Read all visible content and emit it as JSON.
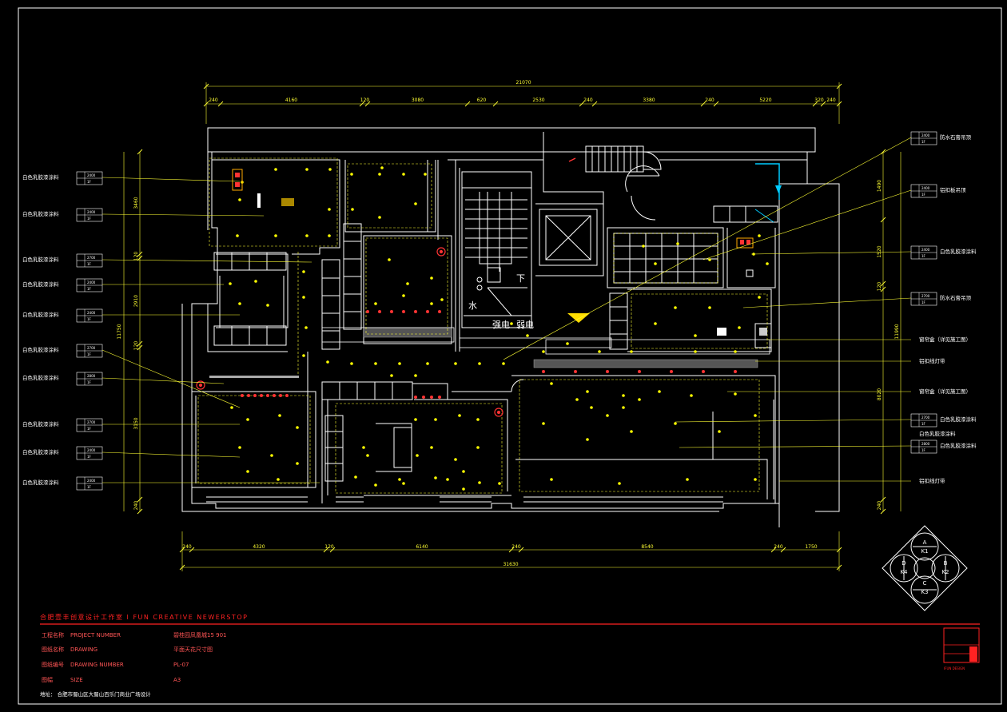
{
  "colors": {
    "background": "#000000",
    "structure": "#ffffff",
    "dimension": "#ffff33",
    "ceiling_light": "#ffff00",
    "accent": "#ff2222",
    "cyan": "#00ccff",
    "grey": "#888888"
  },
  "dimensions": {
    "top_total": "21070",
    "top_segments": [
      "240",
      "4160",
      "120",
      "3080",
      "620",
      "2530",
      "240",
      "3380",
      "240",
      "5220",
      "320",
      "240"
    ],
    "bottom_total": "31630",
    "bottom_segments": [
      "240",
      "4320",
      "120",
      "6140",
      "240",
      "8540",
      "240",
      "1750"
    ],
    "left_segments": [
      "3460",
      "120",
      "2910",
      "120",
      "3150",
      "240"
    ],
    "left_total": "11750",
    "right_segments": [
      "1490",
      "1520",
      "120",
      "8020",
      "240"
    ],
    "right_total": "11990"
  },
  "left_labels": [
    {
      "text": "白色乳胶漆涂料",
      "code_top": "2400",
      "code_bottom": "1F"
    },
    {
      "text": "白色乳胶漆涂料",
      "code_top": "2400",
      "code_bottom": "1F"
    },
    {
      "text": "白色乳胶漆涂料",
      "code_top": "2700",
      "code_bottom": "1F"
    },
    {
      "text": "白色乳胶漆涂料",
      "code_top": "2400",
      "code_bottom": "1F"
    },
    {
      "text": "白色乳胶漆涂料",
      "code_top": "2400",
      "code_bottom": "1F"
    },
    {
      "text": "白色乳胶漆涂料",
      "code_top": "2700",
      "code_bottom": "1F"
    },
    {
      "text": "白色乳胶漆涂料",
      "code_top": "2800",
      "code_bottom": "1F"
    },
    {
      "text": "白色乳胶漆涂料",
      "code_top": "2700",
      "code_bottom": "1F"
    },
    {
      "text": "白色乳胶漆涂料",
      "code_top": "2400",
      "code_bottom": "1F"
    },
    {
      "text": "白色乳胶漆涂料",
      "code_top": "2400",
      "code_bottom": "1F"
    }
  ],
  "right_labels": [
    {
      "text": "防水石膏吊顶",
      "code_top": "2400",
      "code_bottom": "1F"
    },
    {
      "text": "铝扣板吊顶",
      "code_top": "2400",
      "code_bottom": "1F"
    },
    {
      "text": "白色乳胶漆涂料",
      "code_top": "2400",
      "code_bottom": "1F"
    },
    {
      "text": "防水石膏吊顶",
      "code_top": "2700",
      "code_bottom": "1F"
    },
    {
      "text": "窗帘盒（详见施工图）",
      "code_top": "",
      "code_bottom": ""
    },
    {
      "text": "铝扣线灯带",
      "code_top": "",
      "code_bottom": ""
    },
    {
      "text": "窗帘盒（详见施工图）",
      "code_top": "",
      "code_bottom": ""
    },
    {
      "text": "白色乳胶漆涂料",
      "code_top": "2800",
      "code_bottom": "1F"
    },
    {
      "text": "白色乳胶漆涂料",
      "code_top": "2700",
      "code_bottom": "1F"
    },
    {
      "text": "白色乳胶漆涂料",
      "code_top": "2800",
      "code_bottom": "1F"
    },
    {
      "text": "铝扣线灯带",
      "code_top": "",
      "code_bottom": ""
    }
  ],
  "plan_text": {
    "down": "下",
    "water": "水",
    "strong_current": "强电",
    "weak_current": "弱电"
  },
  "compass": {
    "letters": [
      "A",
      "B",
      "C",
      "D"
    ],
    "keys": [
      "K1",
      "K2",
      "K3",
      "K4"
    ]
  },
  "title_block": {
    "company": "合肥壹丰创意设计工作室 I FUN CREATIVE NEWERSTOP",
    "rows": [
      {
        "label_cn": "工程名称",
        "label_en": "PROJECT NUMBER",
        "value": "碧桂园凤凰城15 901"
      },
      {
        "label_cn": "图纸名称",
        "label_en": "DRAWING",
        "value": "平面天花尺寸图"
      },
      {
        "label_cn": "图纸编号",
        "label_en": "DRAWING NUMBER",
        "value": "PL-07"
      },
      {
        "label_cn": "图幅",
        "label_en": "SIZE",
        "value": "A3"
      }
    ],
    "address": "地址：  合肥市蜀山区大蜀山百乐门商业广场设计",
    "logo_caption": "IFUN DESIGN"
  }
}
